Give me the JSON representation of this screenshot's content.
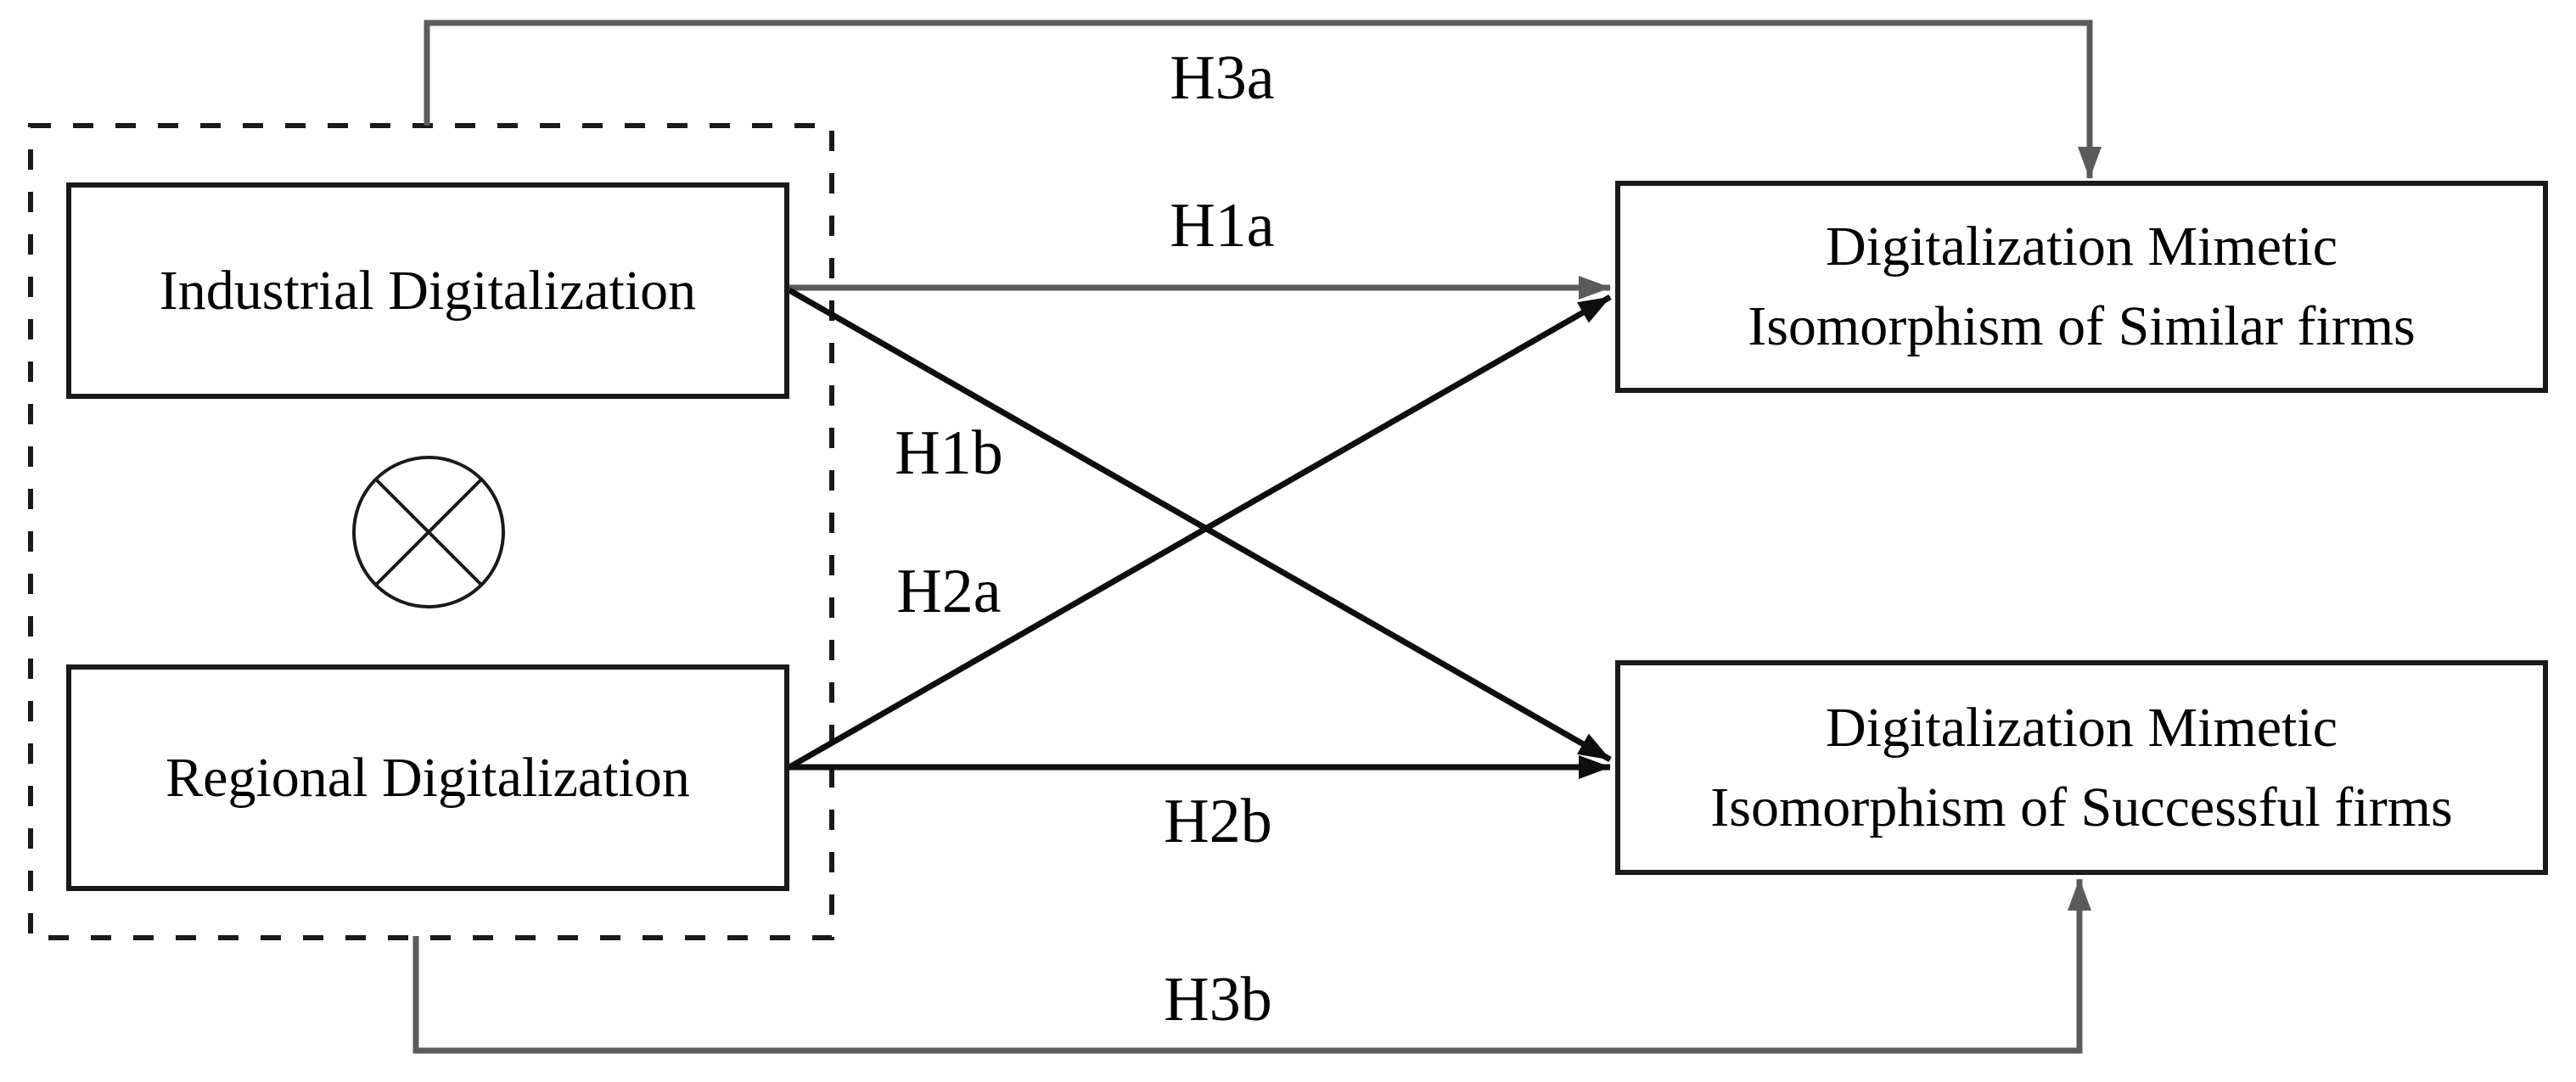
{
  "figure": {
    "type": "conceptual-research-model",
    "colors": {
      "background": "#ffffff",
      "node_border": "#1a1a1a",
      "node_text": "#000000",
      "direct_effect_arrow": "#0e0e0e",
      "moderation_arrow": "#5b5b5b",
      "hypothesis_text": "#000000"
    },
    "left_group": {
      "industrial_label": "Industrial Digitalization",
      "regional_label": "Regional Digitalization",
      "interaction_icon": "circle-cross-interaction-symbol"
    },
    "right_nodes": {
      "similar": {
        "lines": [
          "Digitalization Mimetic",
          "Isomorphism of Similar firms"
        ]
      },
      "successful": {
        "lines": [
          "Digitalization Mimetic",
          "Isomorphism of Successful firms"
        ]
      }
    },
    "hypothesis_labels": {
      "h3a": "H3a",
      "h1a": "H1a",
      "h1b": "H1b",
      "h2a": "H2a",
      "h2b": "H2b",
      "h3b": "H3b"
    }
  }
}
